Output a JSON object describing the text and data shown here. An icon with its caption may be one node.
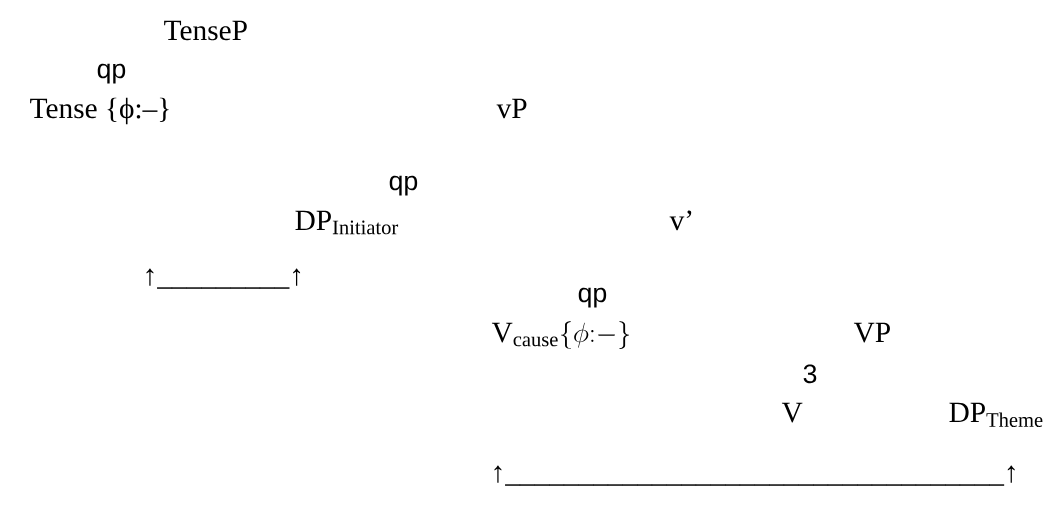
{
  "diagram": {
    "nodes": [
      {
        "text": [
          "TenseP"
        ]
      },
      {
        "text": [
          "Tense {ϕ:–}"
        ]
      },
      {
        "text": [
          "vP"
        ]
      },
      {
        "text": [
          "\\mathrm{DP}_{\\mathrm{Initiator}}"
        ]
      },
      {
        "text": [
          "v’"
        ]
      },
      {
        "text": [
          "\\mathrm{V}_{\\mathrm{cause}}\\{\\phi{:}{-}\\}"
        ]
      },
      {
        "text": [
          "VP"
        ]
      },
      {
        "text": [
          "V"
        ]
      },
      {
        "text": [
          "\\mathrm{DP}_{\\mathrm{Theme}}"
        ]
      }
    ],
    "labels": [
      "qp",
      "qp",
      "↑_________↑",
      "qp",
      "3",
      "↑__________________________________↑"
    ]
  }
}
